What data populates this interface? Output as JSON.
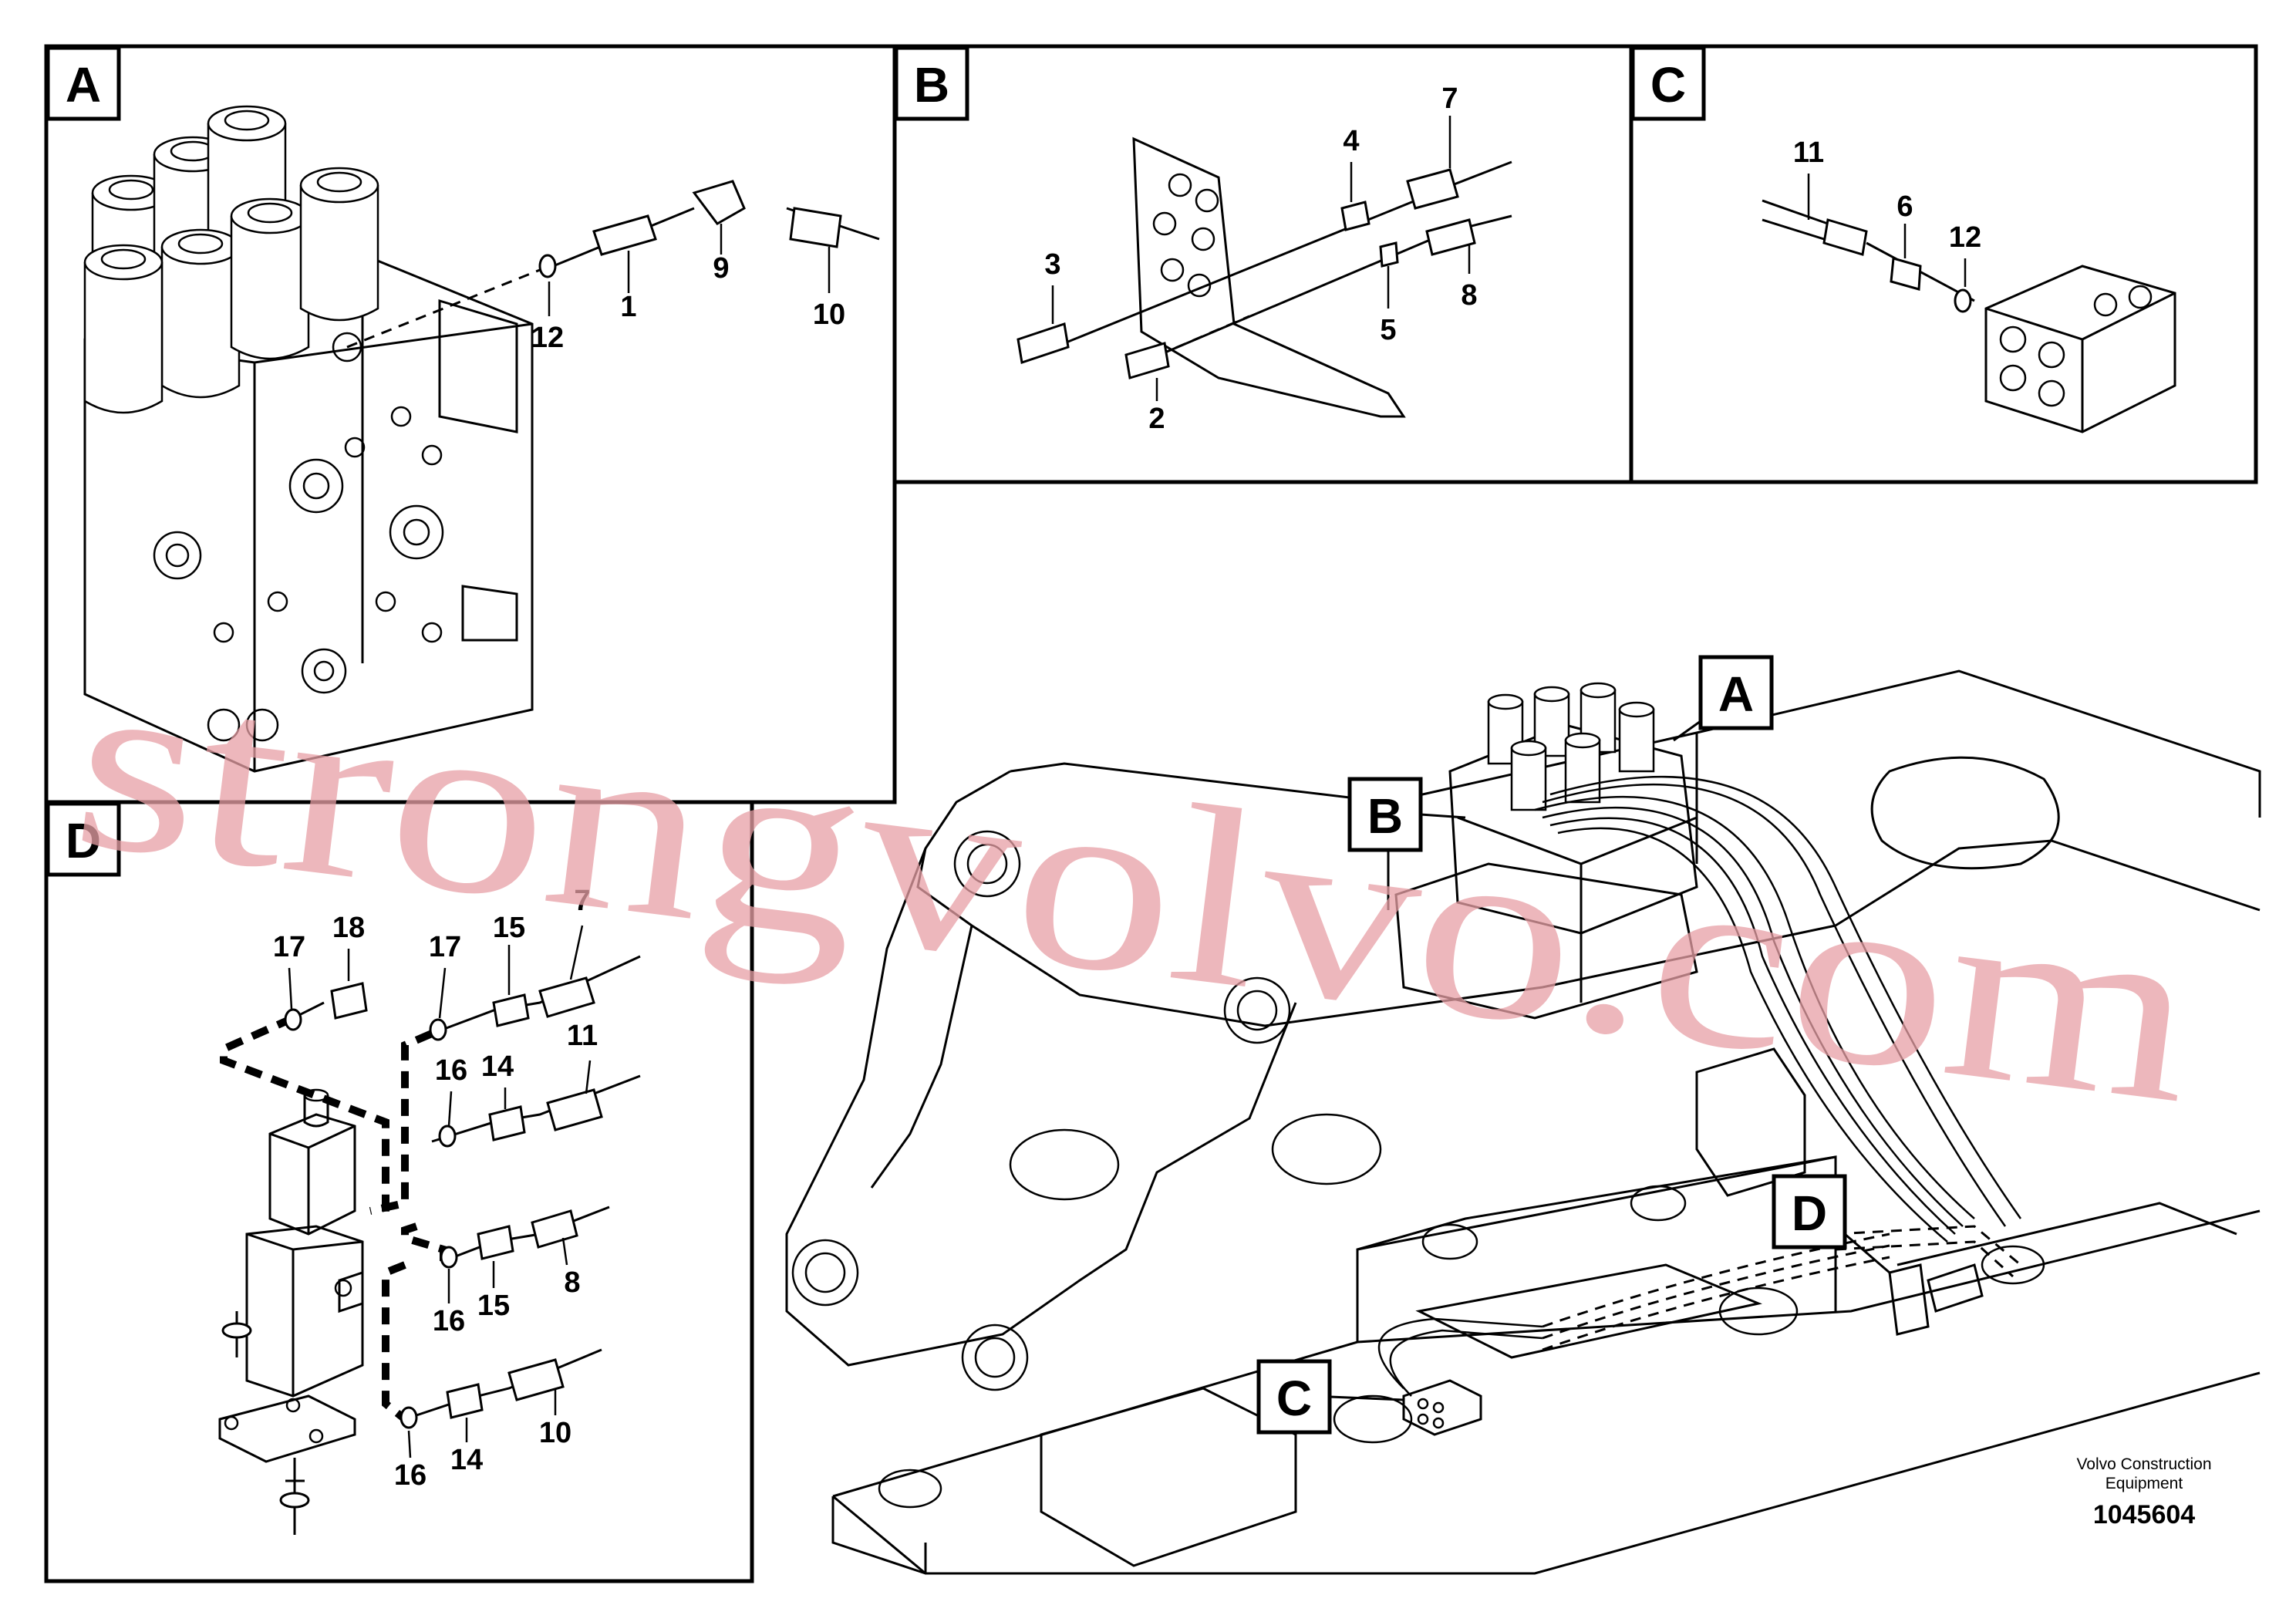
{
  "panels": {
    "A": {
      "letter": "A",
      "numbers": [
        "12",
        "1",
        "9",
        "10"
      ]
    },
    "B": {
      "letter": "B",
      "numbers": [
        "3",
        "4",
        "7",
        "2",
        "5",
        "8"
      ]
    },
    "C": {
      "letter": "C",
      "numbers": [
        "11",
        "6",
        "12"
      ]
    },
    "D": {
      "letter": "D",
      "numbers": [
        "17",
        "18",
        "17",
        "15",
        "7",
        "11",
        "16",
        "14",
        "16",
        "15",
        "8",
        "16",
        "14",
        "10"
      ]
    }
  },
  "overview": {
    "callouts": [
      "A",
      "B",
      "C",
      "D"
    ]
  },
  "brand": {
    "line1": "Volvo Construction",
    "line2": "Equipment",
    "drawing_number": "1045604"
  },
  "watermark": "strongvolvo.com"
}
